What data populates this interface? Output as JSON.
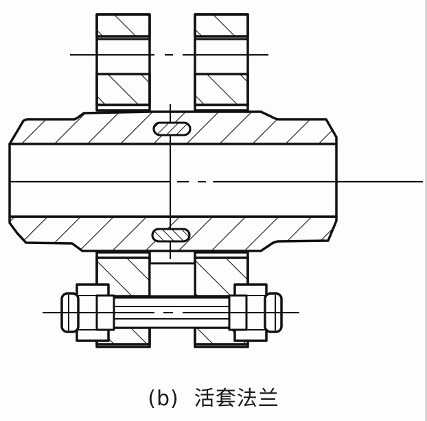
{
  "figure": {
    "caption_label": "(b)",
    "caption_text": "活套法兰",
    "line_color": "#111111",
    "background_color": "#fdfdfe",
    "components": [
      "upper-left-loose-flange",
      "upper-right-loose-flange",
      "pipe-stub-left",
      "pipe-stub-right",
      "gasket-top",
      "gasket-bottom",
      "lower-left-loose-flange",
      "lower-right-loose-flange",
      "bolt",
      "nut-left",
      "nut-right",
      "centerline"
    ]
  }
}
